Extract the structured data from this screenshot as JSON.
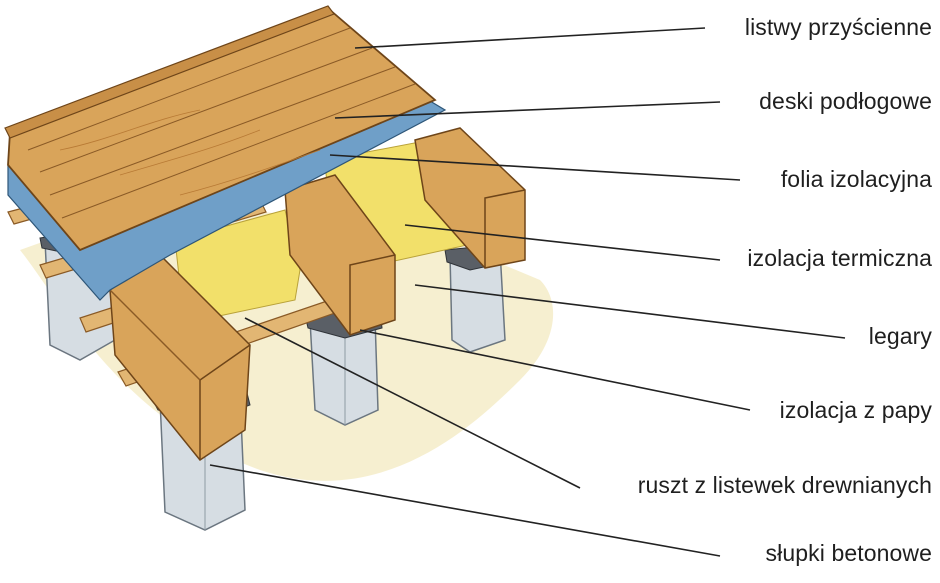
{
  "labels": [
    {
      "id": "listwy",
      "text": "listwy przyścienne"
    },
    {
      "id": "deski",
      "text": "deski podłogowe"
    },
    {
      "id": "folia",
      "text": "folia izolacyjna"
    },
    {
      "id": "termiczna",
      "text": "izolacja termiczna"
    },
    {
      "id": "legary",
      "text": "legary"
    },
    {
      "id": "papa",
      "text": "izolacja z papy"
    },
    {
      "id": "ruszt",
      "text": "ruszt z listewek drewnianych"
    },
    {
      "id": "slupki",
      "text": "słupki betonowe"
    }
  ],
  "colors": {
    "wood": "#d9a45a",
    "wood_dark": "#b87a35",
    "wood_grain": "#8a5a26",
    "foil": "#6f9fc8",
    "insulation": "#f2e06a",
    "concrete": "#d6dde3",
    "tar_paper": "#5a5f66",
    "ground": "#f5ecc8",
    "leader": "#222222"
  }
}
